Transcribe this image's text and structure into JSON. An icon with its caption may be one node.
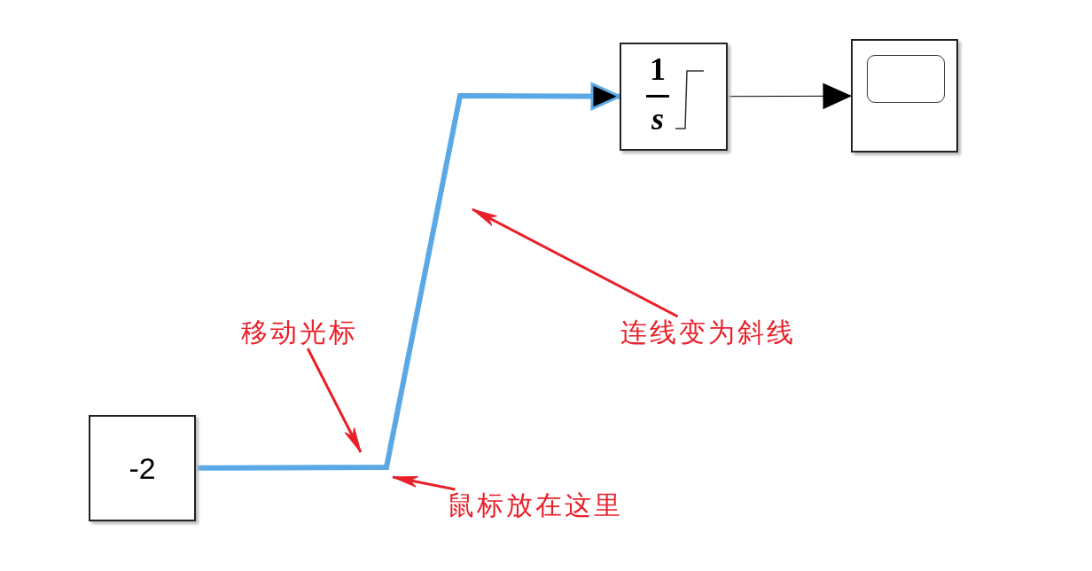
{
  "diagram": {
    "nodes": [
      {
        "text": [
          "-2"
        ]
      },
      {
        "text": [
          "1",
          "s"
        ]
      },
      {
        "text": [],
        "shape": "box"
      },
      {
        "text": [
          "移动光标"
        ]
      },
      {
        "text": [
          "连线变为斜线"
        ]
      },
      {
        "text": [
          "鼠标放在这里"
        ]
      }
    ],
    "edges": [
      {
        "from": 0,
        "to": 1,
        "arrow": "to",
        "style": "thick",
        "color": "#5aa9e6"
      },
      {
        "from": 1,
        "to": 2,
        "arrow": "to",
        "color": "#000000"
      },
      {
        "from": 3,
        "to": null,
        "arrow": "to",
        "color": "#e8202a"
      },
      {
        "from": 4,
        "to": null,
        "arrow": "to",
        "color": "#e8202a"
      },
      {
        "from": 5,
        "to": null,
        "arrow": "to",
        "color": "#e8202a"
      }
    ]
  }
}
